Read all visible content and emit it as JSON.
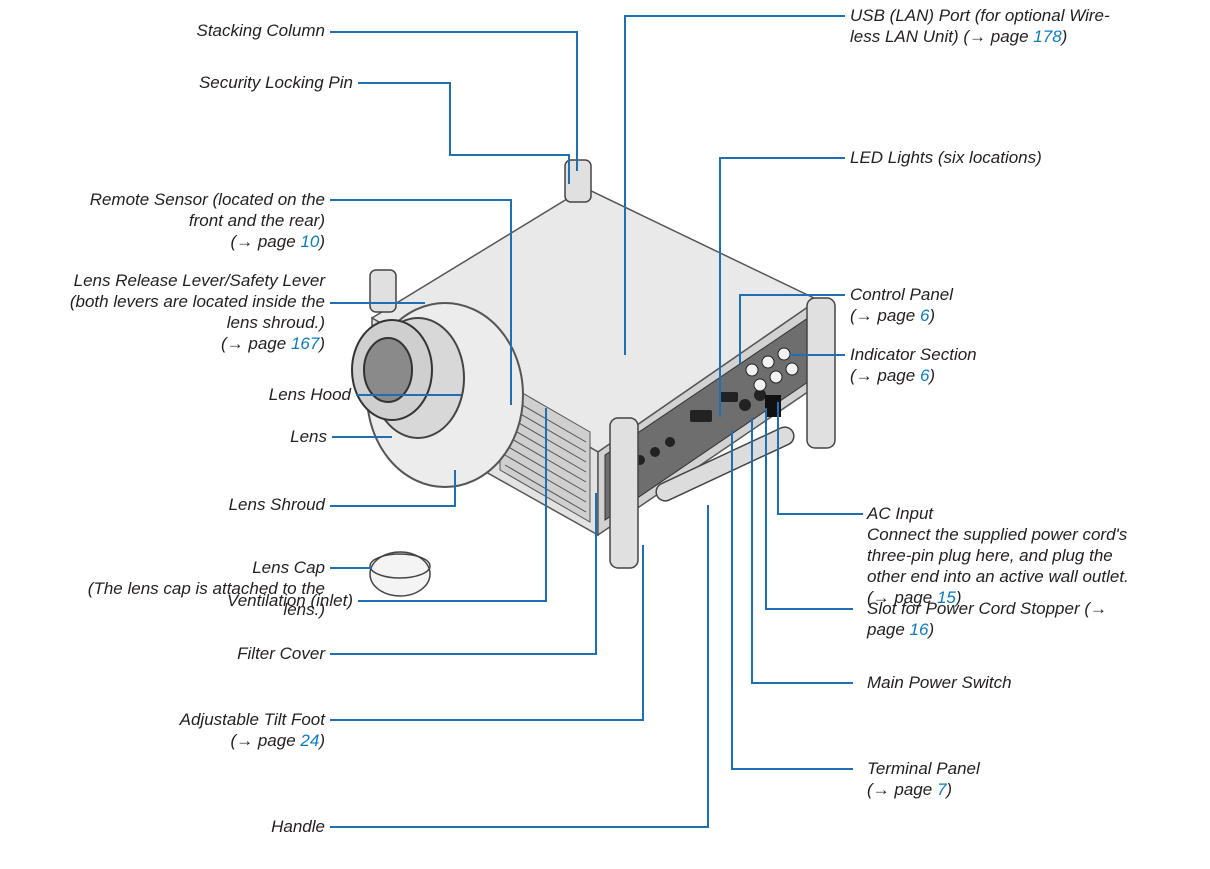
{
  "labels": {
    "stacking_column": "Stacking Column",
    "security_locking_pin": "Security Locking Pin",
    "remote_sensor": {
      "line1": "Remote Sensor (located on the",
      "line2": "front and the rear)",
      "ref": "(→ page ",
      "page": "10",
      "close": ")"
    },
    "lens_release": {
      "line1": "Lens Release Lever/Safety Lever",
      "line2": "(both levers are located inside the",
      "line3": "lens shroud.)",
      "ref": "(→ page ",
      "page": "167",
      "close": ")"
    },
    "lens_hood": "Lens Hood",
    "lens": "Lens",
    "lens_shroud": "Lens Shroud",
    "lens_cap": {
      "line1": "Lens Cap",
      "line2": "(The lens cap is attached to the",
      "line3": "lens.)"
    },
    "ventilation": "Ventilation (inlet)",
    "filter_cover": "Filter Cover",
    "adjustable_tilt_foot": {
      "line1": "Adjustable Tilt Foot",
      "ref": "(→ page ",
      "page": "24",
      "close": ")"
    },
    "handle": "Handle",
    "usb_lan_port": {
      "line1": "USB (LAN) Port (for optional Wire-",
      "line2": "less LAN Unit) (→ page ",
      "page": "178",
      "close": ")"
    },
    "led_lights": "LED Lights (six locations)",
    "control_panel": {
      "line1": "Control Panel",
      "ref": "(→ page ",
      "page": "6",
      "close": ")"
    },
    "indicator_section": {
      "line1": "Indicator Section",
      "ref": "(→ page ",
      "page": "6",
      "close": ")"
    },
    "ac_input": {
      "line1": "AC Input",
      "line2": "Connect the supplied power cord's",
      "line3": "three-pin plug here, and plug the",
      "line4": "other end into an active wall outlet.",
      "ref": "(→ page ",
      "page": "15",
      "close": ")"
    },
    "power_cord_stopper": {
      "line1": "Slot for Power Cord Stopper (→",
      "line2": "page ",
      "page": "16",
      "close": ")"
    },
    "main_power_switch": "Main Power Switch",
    "terminal_panel": {
      "line1": "Terminal Panel",
      "ref": "(→ page ",
      "page": "7",
      "close": ")"
    }
  },
  "colors": {
    "leader_line": "#1e6fb4",
    "page_link": "#0b7bc4",
    "text": "#231f20"
  }
}
